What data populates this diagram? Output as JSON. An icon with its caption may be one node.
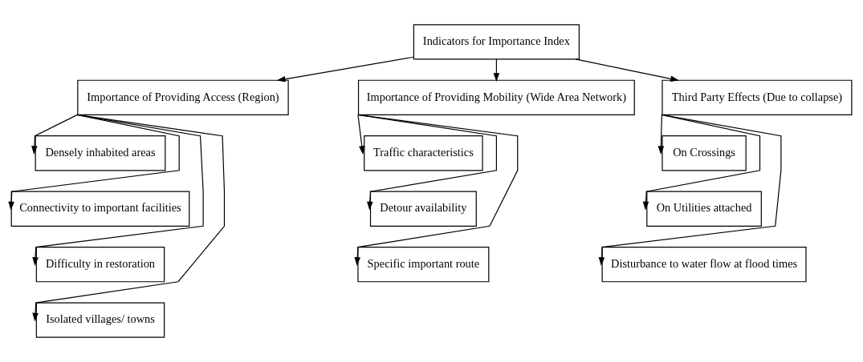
{
  "diagram": {
    "nodes": [
      {
        "text": [
          "Indicators for Importance Index"
        ]
      },
      {
        "text": [
          "Importance of Providing Access (Region)"
        ]
      },
      {
        "text": [
          "Importance of Providing Mobility (Wide Area Network)"
        ]
      },
      {
        "text": [
          "Third Party Effects (Due to collapse)"
        ]
      },
      {
        "text": [
          "Densely inhabited areas"
        ]
      },
      {
        "text": [
          "Connectivity to important facilities"
        ]
      },
      {
        "text": [
          "Difficulty in restoration"
        ]
      },
      {
        "text": [
          "Isolated villages/ towns"
        ]
      },
      {
        "text": [
          "Traffic characteristics"
        ]
      },
      {
        "text": [
          "Detour availability"
        ]
      },
      {
        "text": [
          "Specific important route"
        ]
      },
      {
        "text": [
          "On Crossings"
        ]
      },
      {
        "text": [
          "On Utilities attached"
        ]
      },
      {
        "text": [
          "Disturbance to water flow at flood times"
        ]
      }
    ],
    "edges": [
      {
        "from": 0,
        "to": 1,
        "arrow": "to"
      },
      {
        "from": 0,
        "to": 2,
        "arrow": "to"
      },
      {
        "from": 0,
        "to": 3,
        "arrow": "to"
      },
      {
        "from": 1,
        "to": 4,
        "arrow": "to"
      },
      {
        "from": 1,
        "to": 5,
        "arrow": "to"
      },
      {
        "from": 1,
        "to": 6,
        "arrow": "to"
      },
      {
        "from": 1,
        "to": 7,
        "arrow": "to"
      },
      {
        "from": 2,
        "to": 8,
        "arrow": "to"
      },
      {
        "from": 2,
        "to": 9,
        "arrow": "to"
      },
      {
        "from": 2,
        "to": 10,
        "arrow": "to"
      },
      {
        "from": 3,
        "to": 11,
        "arrow": "to"
      },
      {
        "from": 3,
        "to": 12,
        "arrow": "to"
      },
      {
        "from": 3,
        "to": 13,
        "arrow": "to"
      }
    ]
  }
}
